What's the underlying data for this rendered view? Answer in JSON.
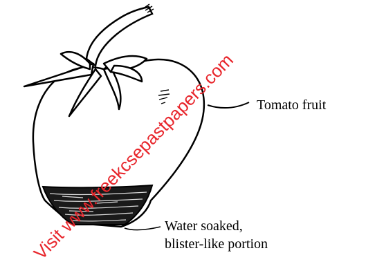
{
  "labels": {
    "tomato_fruit": "Tomato fruit",
    "water_soaked_line1": "Water soaked,",
    "water_soaked_line2": "blister-like portion"
  },
  "watermark": {
    "text": "Visit www.freekcsepastpapers.com",
    "color": "#e8262c"
  },
  "colors": {
    "ink": "#000000",
    "background": "#ffffff"
  }
}
